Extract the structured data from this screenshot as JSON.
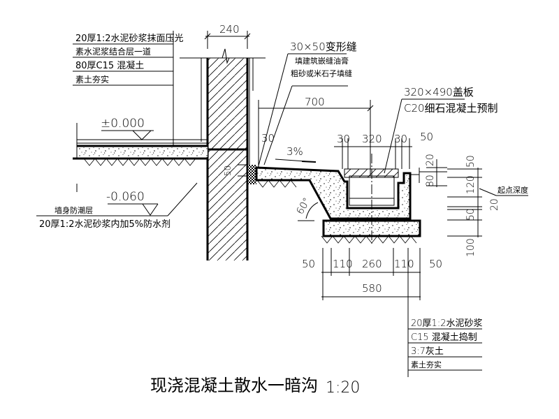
{
  "drawing": {
    "title": "现浇混凝土散水一暗沟",
    "scale": "1:20"
  },
  "floor_layers": [
    "20厚1:2水泥砂浆抹面压光",
    "素水泥浆结合层一道",
    "80厚C15 混凝土",
    "素土夯实"
  ],
  "joint_note": {
    "title": "30×50变形缝",
    "lines": [
      "填建筑嵌缝油膏",
      "粗砂或米石子填缝"
    ]
  },
  "cover_note": {
    "title": "320×490盖板",
    "line": "C20细石混凝土预制"
  },
  "elevations": {
    "floor": "±0.000",
    "dpc": "-0.060"
  },
  "dpc_note": {
    "title": "墙身防潮层",
    "line": "20厚1:2水泥砂浆内加5%防水剂"
  },
  "trench_layers": [
    "20厚1:2水泥砂浆",
    "C15 混凝土捣制",
    "3:7灰土",
    "素土夯实"
  ],
  "dimensions": {
    "wall": "240",
    "apron": "700",
    "apron_thick_left": "30",
    "joint": "50",
    "slope": "3%",
    "angle": "60°",
    "top_row": [
      "30",
      "320",
      "30",
      "50"
    ],
    "bottom_row": [
      "50",
      "110",
      "260",
      "110",
      "50"
    ],
    "total": "580",
    "right_col_a": [
      "20",
      "80"
    ],
    "right_col_b": [
      "50",
      "120",
      "50",
      "100"
    ],
    "start_depth_value": "20",
    "start_depth_label": "起点深度"
  }
}
